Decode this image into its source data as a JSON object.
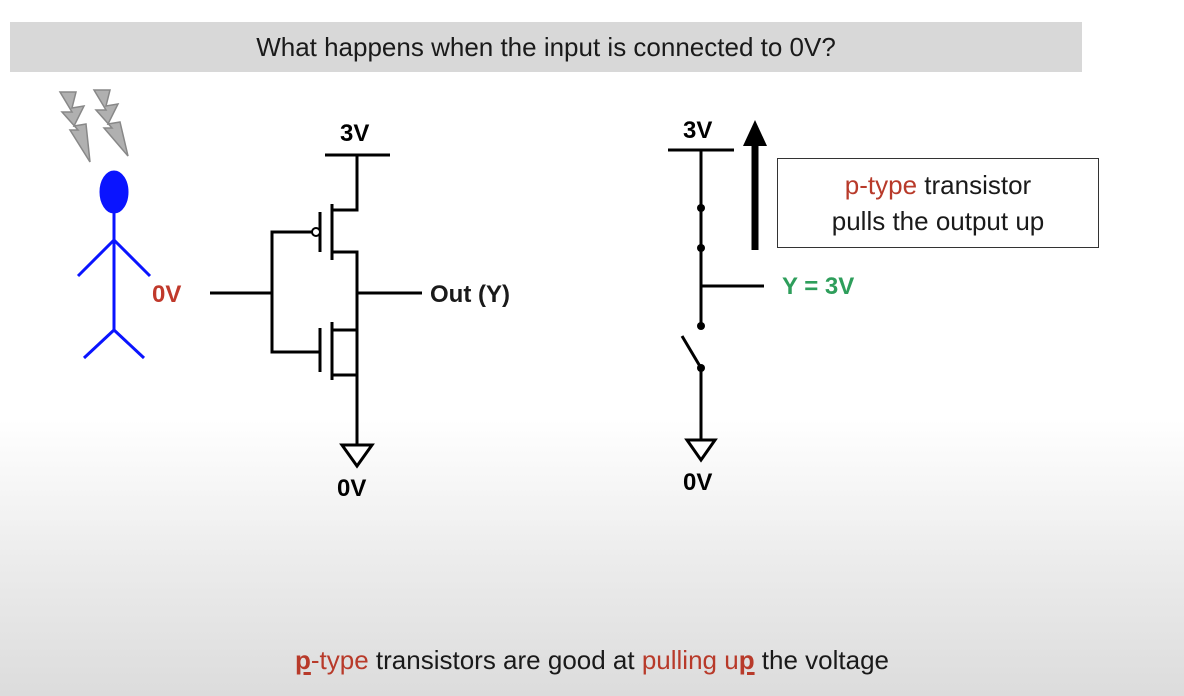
{
  "title": "What happens when the input is connected to 0V?",
  "left_circuit": {
    "supply_label": "3V",
    "ground_label": "0V",
    "input_label": "0V",
    "output_label": "Out (Y)"
  },
  "right_circuit": {
    "supply_label": "3V",
    "ground_label": "0V",
    "output_value": "Y = 3V"
  },
  "callout": {
    "line1_highlight": "p-type",
    "line1_rest": " transistor",
    "line2": "pulls the output up"
  },
  "footer": {
    "p_letter": "p",
    "type_text": "-type",
    "mid_text": " transistors are good at ",
    "pulling_text": "pulling u",
    "p_letter2": "p",
    "end_text": " the voltage"
  },
  "colors": {
    "person": "#0a14ff",
    "input_label": "#c0392b",
    "output_value": "#2e9e5b",
    "highlight": "#b83a2a",
    "lightning": "#9a9a9a"
  }
}
